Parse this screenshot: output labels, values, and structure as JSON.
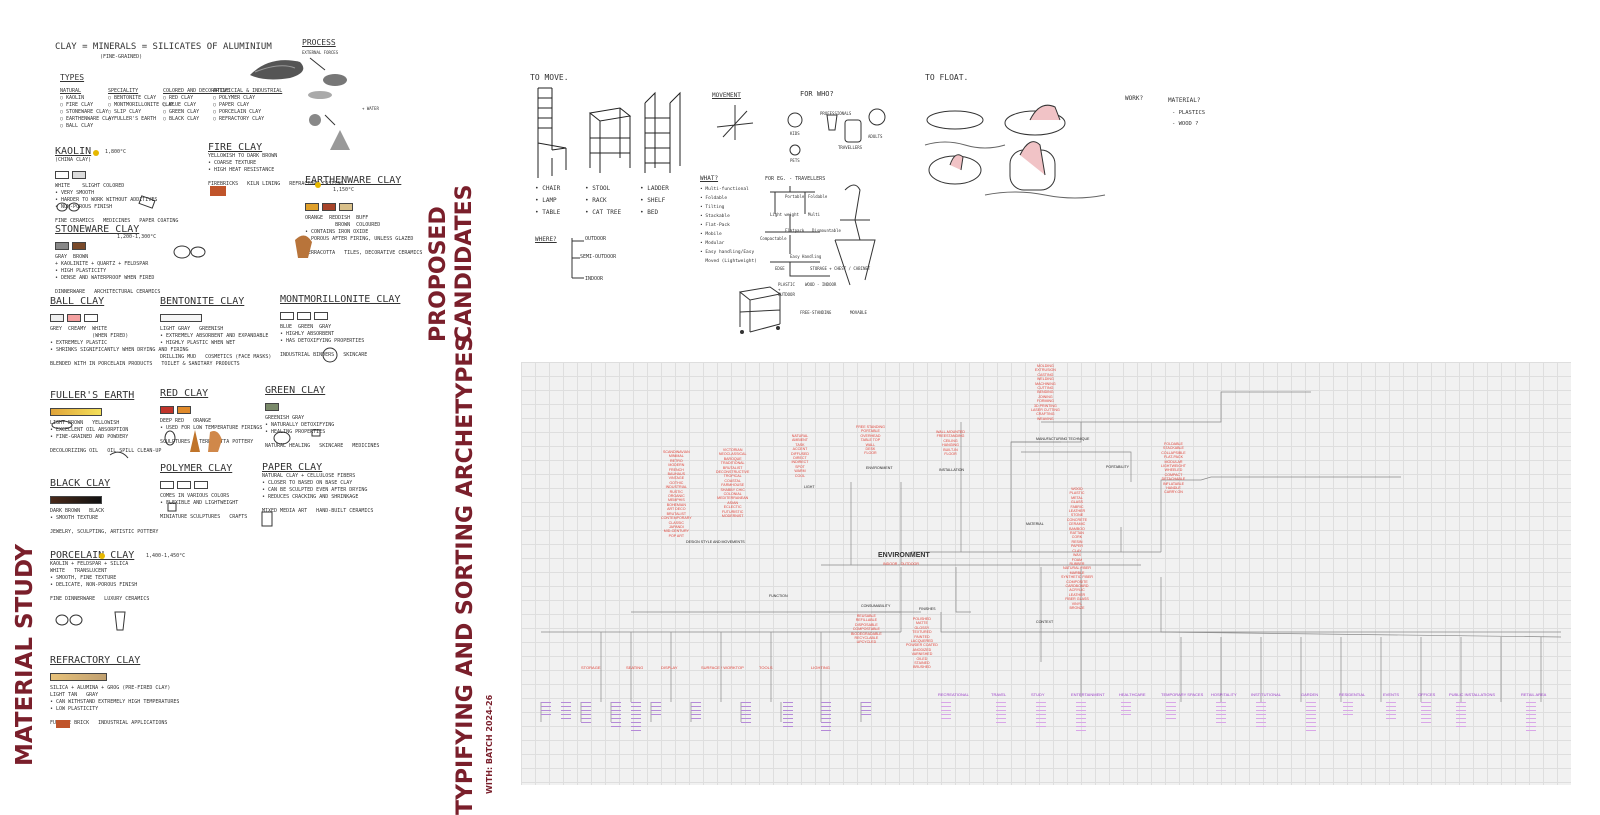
{
  "titles": {
    "material_study": "MATERIAL STUDY",
    "proposed_candidates": "PROPOSED CANDIDATES",
    "typifying": "TYPIFYING AND SORTING ARCHETYPES",
    "with_batch": "WITH: BATCH 2024-26"
  },
  "material": {
    "clay_def": "CLAY = MINERALS = SILICATES OF ALUMINIUM",
    "clay_def_sub": "(FINE-GRAINED)",
    "process": "PROCESS",
    "process_sub": "EXTERNAL FORCES",
    "water": "+ WATER",
    "types": "TYPES",
    "type_cols": [
      {
        "head": "NATURAL",
        "items": "○ KAOLIN\n○ FIRE CLAY\n○ STONEWARE CLAY\n○ EARTHENWARE CLAY\n○ BALL CLAY"
      },
      {
        "head": "SPECIALITY",
        "items": "○ BENTONITE CLAY\n○ MONTMORILLONITE CLAY\n○ SLIP CLAY\n○ FULLER'S EARTH"
      },
      {
        "head": "COLORED AND DECORATIVE",
        "items": "○ RED CLAY\n○ BLUE CLAY\n○ GREEN CLAY\n○ BLACK CLAY"
      },
      {
        "head": "ARTIFICIAL & INDUSTRIAL",
        "items": "○ POLYMER CLAY\n○ PAPER CLAY\n○ PORCELAIN CLAY\n○ REFRACTORY CLAY"
      }
    ],
    "blocks": [
      {
        "title": "KAOLIN",
        "sub": "(CHINA CLAY)",
        "temp": "1,800°C",
        "notes": "WHITE    SLIGHT COLORED\n• VERY SMOOTH\n• HARDER TO WORK WITHOUT ADDITIVES\n• NON-POROUS FINISH\n\nFINE CERAMICS   MEDICINES   PAPER COATING"
      },
      {
        "title": "FIRE CLAY",
        "notes": "YELLOWISH TO DARK BROWN\n• COARSE TEXTURE\n• HIGH HEAT RESISTANCE\n\nFIREBRICKS   KILN LINING   REFRACTORY CASTING"
      },
      {
        "title": "EARTHENWARE CLAY",
        "temp": "1,150°C",
        "notes": "ORANGE  REDDISH  BUFF\n          BROWN  COLOURED\n• CONTAINS IRON OXIDE\n• POROUS AFTER FIRING, UNLESS GLAZED\n\nTERRACOTTA   TILES, DECORATIVE CERAMICS"
      },
      {
        "title": "STONEWARE CLAY",
        "temp": "1,200-1,300°C",
        "notes": "GRAY  BROWN\n+ KAOLINITE + QUARTZ + FELDSPAR\n• HIGH PLASTICITY\n• DENSE AND WATERPROOF WHEN FIRED\n\nDINNERWARE   ARCHITECTURAL CERAMICS"
      },
      {
        "title": "BALL CLAY",
        "notes": "GREY  CREAMY  WHITE\n              (WHEN FIRED)\n• EXTREMELY PLASTIC\n• SHRINKS SIGNIFICANTLY WHEN DRYING AND FIRING\n\nBLENDED WITH IN PORCELAIN PRODUCTS   TOILET & SANITARY PRODUCTS"
      },
      {
        "title": "BENTONITE CLAY",
        "notes": "LIGHT GRAY   GREENISH\n• EXTREMELY ABSORBENT AND EXPANDABLE\n• HIGHLY PLASTIC WHEN WET\n\nDRILLING MUD   COSMETICS (FACE MASKS)"
      },
      {
        "title": "MONTMORILLONITE CLAY",
        "notes": "BLUE  GREEN  GRAY\n• HIGHLY ABSORBENT\n• HAS DETOXIFYING PROPERTIES\n\nINDUSTRIAL BINDERS   SKINCARE"
      },
      {
        "title": "FULLER'S EARTH",
        "notes": "LIGHT BROWN   YELLOWISH\n• EXCELLENT OIL ABSORPTION\n• FINE-GRAINED AND POWDERY\n\nDECOLORIZING OIL   OIL SPILL CLEAN-UP"
      },
      {
        "title": "RED CLAY",
        "notes": "DEEP RED   ORANGE\n• USED FOR LOW TEMPERATURE FIRINGS\n\nSCULPTURES   TERRACOTTA POTTERY"
      },
      {
        "title": "GREEN CLAY",
        "notes": "GREENISH GRAY\n• NATURALLY DETOXIFYING\n• HEALING PROPERTIES\n\nNATURAL HEALING   SKINCARE   MEDICINES"
      },
      {
        "title": "BLACK CLAY",
        "notes": "DARK BROWN   BLACK\n• SMOOTH TEXTURE\n\nJEWELRY, SCULPTING, ARTISTIC POTTERY"
      },
      {
        "title": "POLYMER CLAY",
        "notes": "COMES IN VARIOUS COLORS\n• FLEXIBLE AND LIGHTWEIGHT\n\nMINIATURE SCULPTURES   CRAFTS"
      },
      {
        "title": "PAPER CLAY",
        "notes": "NATURAL CLAY + CELLULOSE FIBERS\n• CLOSER TO BASED ON BASE CLAY\n• CAN BE SCULPTED EVEN AFTER DRYING\n• REDUCES CRACKING AND SHRINKAGE\n\nMIXED MEDIA ART   HAND-BUILT CERAMICS"
      },
      {
        "title": "PORCELAIN CLAY",
        "temp": "1,400-1,450°C",
        "notes": "KAOLIN + FELDSPAR + SILICA\nWHITE   TRANSLUCENT\n• SMOOTH, FINE TEXTURE\n• DELICATE, NON-POROUS FINISH\n\nFINE DINNERWARE   LUXURY CERAMICS"
      },
      {
        "title": "REFRACTORY CLAY",
        "notes": "SILICA + ALUMINA + GROG (PRE-FIRED CLAY)\nLIGHT TAN   GRAY\n• CAN WITHSTAND EXTREMELY HIGH TEMPERATURES\n• LOW PLASTICITY\n\nFURNACE BRICK   INDUSTRIAL APPLICATIONS"
      }
    ]
  },
  "candidates": {
    "to_move": "TO MOVE.",
    "to_float": "TO FLOAT.",
    "col1": "• CHAIR\n• LAMP\n• TABLE",
    "col2": "• STOOL\n• RACK\n• CAT TREE",
    "col3": "• LADDER\n• SHELF\n• BED",
    "movement": "MOVEMENT",
    "for_who": "FOR WHO?",
    "for_who_items": [
      "KIDS",
      "PROFESSIONALS",
      "TRAVELLERS",
      "ADULTS",
      "PETS"
    ],
    "what": "WHAT?",
    "what_items": "• Multi-functional\n• Foldable\n• Tilting\n• Stackable\n• Flat-Pack\n• Mobile\n• Modular\n• Easy handling/Easy\n  Moved (Lightweight)",
    "where": "WHERE?",
    "where_items": [
      "OUTDOOR",
      "SEMI-OUTDOOR",
      "INDOOR"
    ],
    "for_eg": "FOR EG. - TRAVELLERS",
    "tree": [
      "Portable",
      "Foldable",
      "Light weight",
      "Multi",
      "Flatpack",
      "Compactable",
      "Dismountable",
      "Easy Handling"
    ],
    "edge": "EDGE",
    "storage": "STORAGE + CHEST / CABINET",
    "plastic": "PLASTIC\n+\nOUTDOOR",
    "wood_indoor": "WOOD - INDOOR",
    "free_standing": "FREE-STANDING",
    "movable": "MOVABLE",
    "work": "WORK?",
    "material_q": "MATERIAL?",
    "material_items": "- PLASTICS\n- WOOD ?"
  },
  "board": {
    "environment": "ENVIRONMENT",
    "environment_sub": "INDOOR - OUTDOOR",
    "labels": [
      "MANUFACTURING TECHNIQUE",
      "PORTABILITY",
      "INSTALLATION",
      "ENVIRONMENT",
      "MATERIAL",
      "LIGHT",
      "DESIGN STYLE AND MOVEMENTS",
      "FUNCTION",
      "CONSUMABILITY",
      "FINISHES",
      "CONTEXT"
    ],
    "clusters": [
      {
        "text": "MOLDING\nEXTRUSION\nCASTING\nWELDING\nMACHINING\nCUTTING\nBENDING\nJOINING\nFORMING\n3D PRINTING\nLASER CUTTING\nCRAFTING\nWEAVING"
      },
      {
        "text": "FOLDABLE\nSTACKABLE\nCOLLAPSIBLE\nFLAT-PACK\nMODULAR\nLIGHTWEIGHT\nWHEELED\nCOMPACT\nDETACHABLE\nINFLATABLE\nHANDLE\nCARRY-ON"
      },
      {
        "text": "WALL-MOUNTED\nFREESTANDING\nCEILING\nHANGING\nBUILT-IN\nFLOOR"
      },
      {
        "text": "FREE STANDING\nPORTABLE\nOVERHEAD\nTABLE TOP\nWALL\nDESK\nFLOOR"
      },
      {
        "text": "NATURAL\nAMBIENT\nTASK\nACCENT\nDIFFUSED\nDIRECT\nINDIRECT\nSPOT\nWARM\nCOOL"
      },
      {
        "text": "SCANDINAVIAN\nMINIMAL\nRETRO\nMODERN\nFRENCH\nBAUHAUS\nVINTAGE\nGOTHIC\nINDUSTRIAL\nRUSTIC\nORGANIC\nMEMPHIS\nBOHEMIAN\nART DECO\nBRUTALIST\nCONTEMPORARY\nCLASSIC\nJAPANDI\nMID-CENTURY\nPOP ART"
      },
      {
        "text": "VICTORIAN\nNEOCLASSICAL\nBAROQUE\nTRADITIONAL\nBRUTALIST\nDECONSTRUCTIVE\nTROPICAL\nCOASTAL\nFARMHOUSE\nSHABBY CHIC\nCOLONIAL\nMEDITERRANEAN\nASIAN\nECLECTIC\nFUTURISTIC\nMODERNIST"
      },
      {
        "text": "WOOD\nPLASTIC\nMETAL\nGLASS\nFABRIC\nLEATHER\nSTONE\nCONCRETE\nCERAMIC\nBAMBOO\nRATTAN\nCORK\nRESIN\nPAPER\nCLAY\nWAX\nFOAM\nRUBBER\nNATURAL FIBER\nMARBLE\nSYNTHETIC FIBER\nCOMPOSITE\nCARDBOARD\nACRYLIC\nLEATHER\nFIBER GLASS\nVINYL\nBRONZE"
      },
      {
        "text": "REUSABLE\nREFILLABLE\nDISPOSABLE\nCOMPOSTABLE\nBIODEGRADABLE\nRECYCLABLE\nUPCYCLED"
      },
      {
        "text": "POLISHED\nMATTE\nGLOSSY\nTEXTURED\nPAINTED\nLACQUERED\nPOWDER COATED\nANODIZED\nVARNISHED\nOILED\nSTAINED\nBRUSHED"
      }
    ],
    "function_cats": [
      "STORAGE",
      "SEATING",
      "DISPLAY",
      "SURFACE / WORKTOP",
      "TOOLS",
      "LIGHTING"
    ],
    "context_cats": [
      "RECREATIONAL",
      "TRAVEL",
      "STUDY",
      "ENTERTAINMENT",
      "HEALTHCARE",
      "TEMPORARY SPACES",
      "HOSPITALITY",
      "INSTITUTIONAL",
      "GARDEN",
      "RESIDENTIAL",
      "EVENTS",
      "OFFICES",
      "PUBLIC INSTALLATIONS",
      "RETAIL AREA"
    ]
  }
}
